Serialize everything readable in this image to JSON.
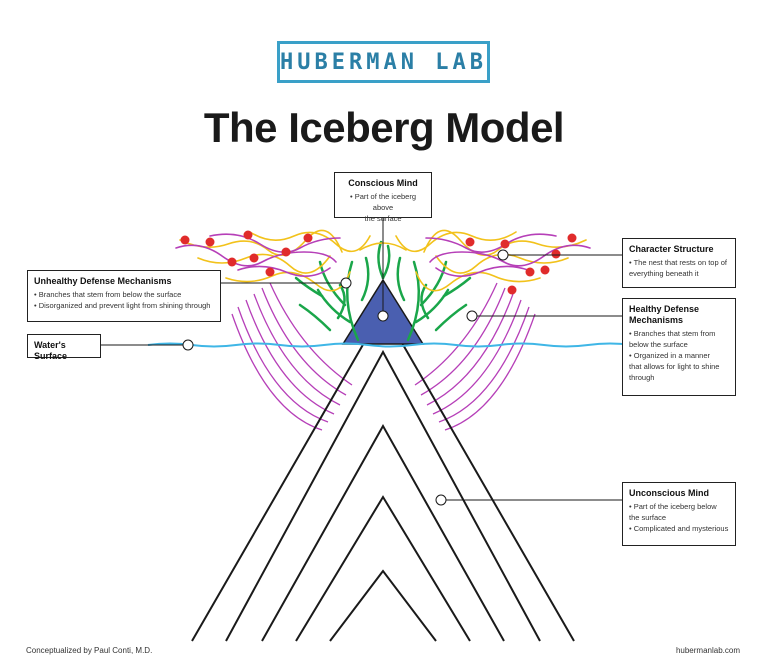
{
  "header": {
    "logo_text": "HUBERMAN LAB",
    "title": "The Iceberg Model"
  },
  "labels": {
    "conscious_mind": {
      "title": "Conscious Mind",
      "lines": [
        "• Part of the iceberg above",
        "the surface"
      ]
    },
    "character_structure": {
      "title": "Character Structure",
      "lines": [
        "• The nest that rests on top of",
        "everything beneath it"
      ]
    },
    "unhealthy_defense": {
      "title": "Unhealthy Defense Mechanisms",
      "lines": [
        "• Branches that stem from below the surface",
        "• Disorganized and prevent light from shining through"
      ]
    },
    "healthy_defense": {
      "title": "Healthy Defense Mechanisms",
      "lines": [
        "• Branches that stem from",
        "below the surface",
        "• Organized in a manner",
        "that allows for light to shine",
        "through"
      ]
    },
    "waters_surface": {
      "title": "Water's Surface"
    },
    "unconscious_mind": {
      "title": "Unconscious Mind",
      "lines": [
        "• Part of the iceberg below",
        "the surface",
        "• Complicated and mysterious"
      ]
    }
  },
  "footer": {
    "left": "Conceptualized by Paul Conti, M.D.",
    "right": "hubermanlab.com"
  },
  "colors": {
    "logo_border": "#3aa0c8",
    "logo_text": "#2b7fa6",
    "water": "#3fb6e6",
    "tip": "#4a5fb0",
    "healthy_branches": "#1aa64a",
    "unhealthy_branches": "#b63fb8",
    "nest_yellow": "#f2c21b",
    "nest_purple": "#b63fb8",
    "nest_dots": "#e02b2b",
    "iceberg_lines": "#1a1a1a"
  }
}
